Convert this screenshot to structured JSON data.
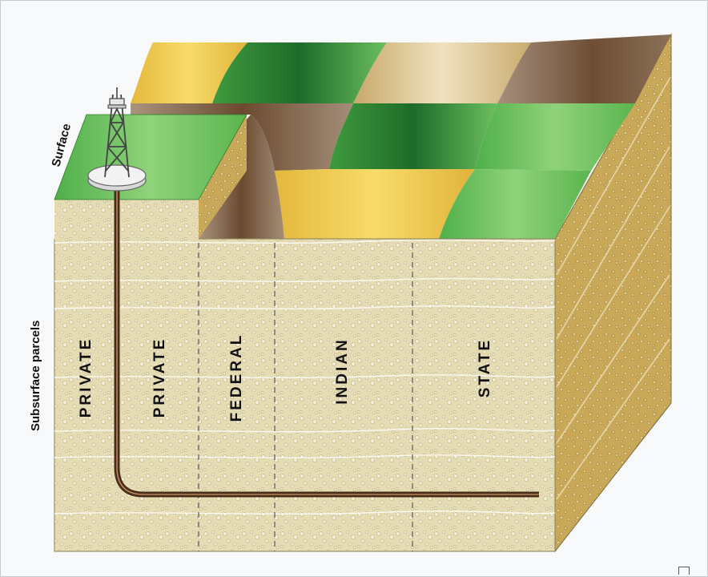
{
  "diagram": {
    "surface_label": "Surface",
    "subsurface_label": "Subsurface parcels",
    "parcels": [
      {
        "label": "PRIVATE"
      },
      {
        "label": "PRIVATE"
      },
      {
        "label": "FEDERAL"
      },
      {
        "label": "INDIAN"
      },
      {
        "label": "STATE"
      }
    ]
  },
  "colors": {
    "soil_front": "#e6dcb4",
    "soil_side": "#c9a958",
    "green_light": "#8fd27a",
    "green_dark": "#1e6b2a",
    "yellow": "#f2cf55",
    "brown": "#7a5a3c",
    "tan": "#e3cfa3",
    "pipe": "#4a2c1a"
  },
  "icons": {
    "derrick": "oil-derrick-icon",
    "enlarge": "enlarge-icon"
  }
}
